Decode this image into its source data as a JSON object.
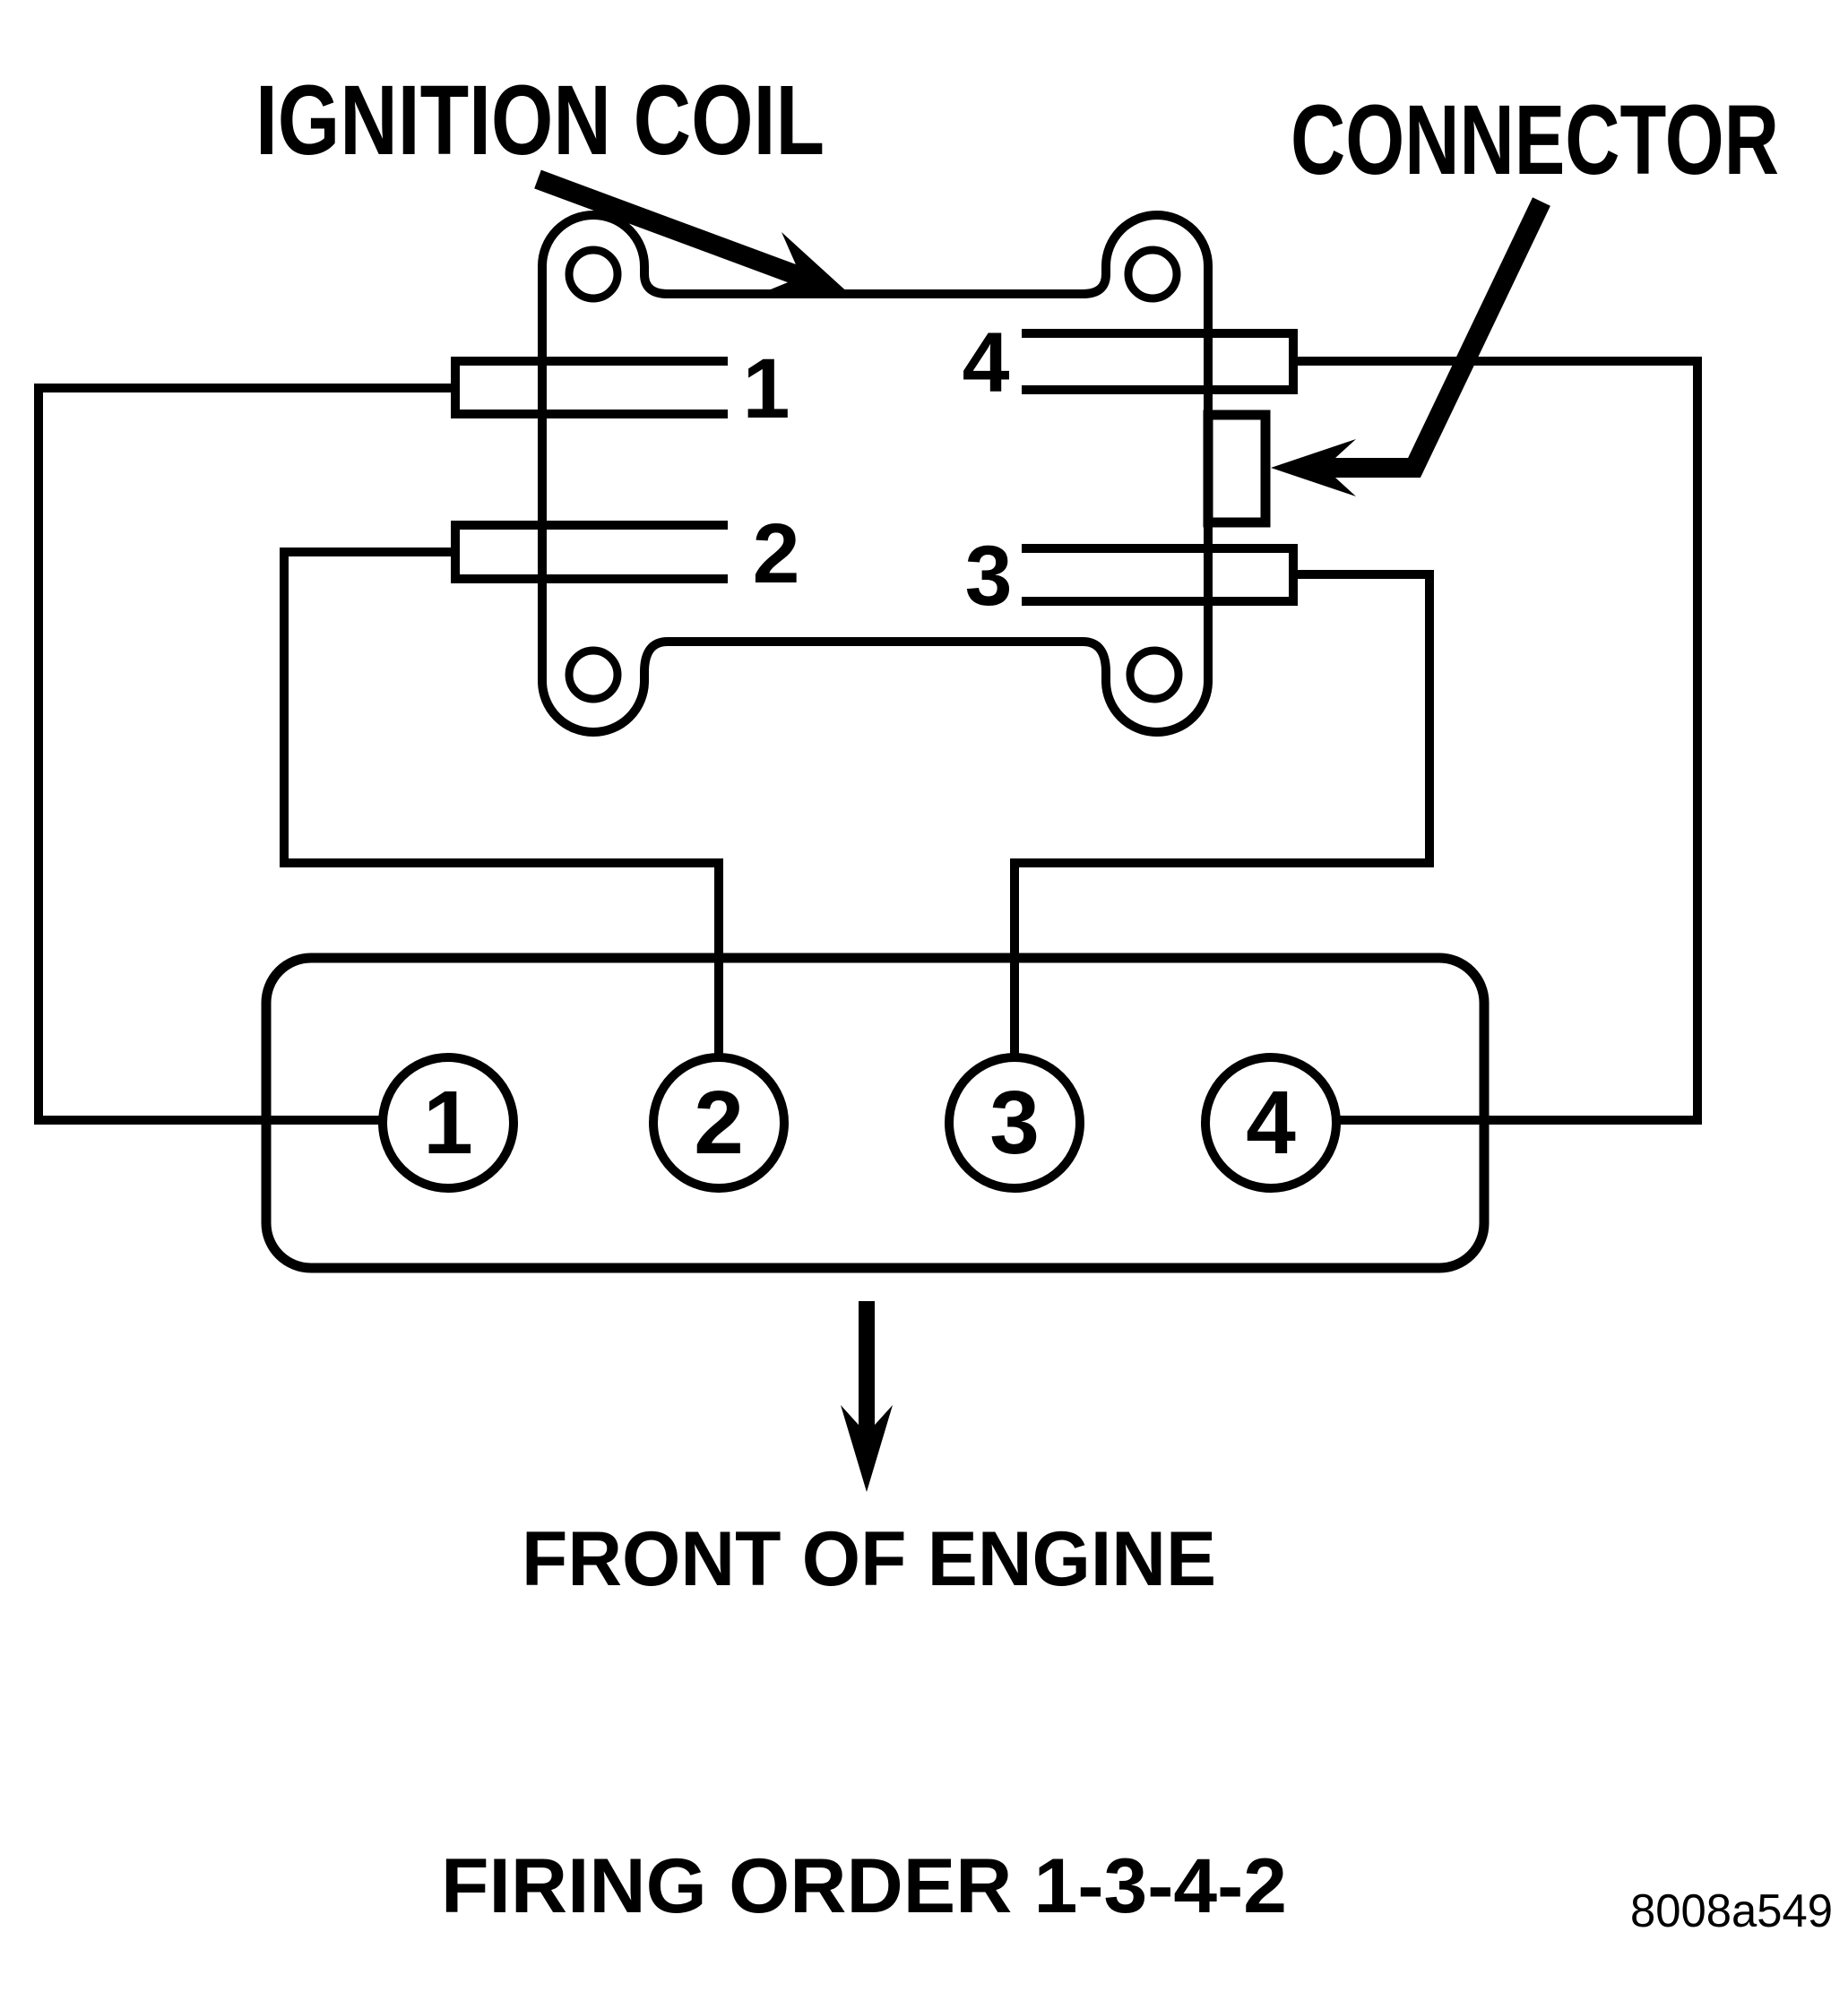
{
  "colors": {
    "ink": "#000000",
    "background": "#ffffff"
  },
  "coil": {
    "label": "IGNITION COIL",
    "terminals": [
      {
        "id": "terminal-1",
        "label": "1"
      },
      {
        "id": "terminal-2",
        "label": "2"
      },
      {
        "id": "terminal-4",
        "label": "4"
      },
      {
        "id": "terminal-3",
        "label": "3"
      }
    ]
  },
  "connector": {
    "label": "CONNECTOR"
  },
  "engine": {
    "cylinders": [
      {
        "label": "1"
      },
      {
        "label": "2"
      },
      {
        "label": "3"
      },
      {
        "label": "4"
      }
    ],
    "front_label": "FRONT OF ENGINE"
  },
  "footer": {
    "firing_order": "FIRING ORDER 1-3-4-2",
    "reference_code": "8008a549"
  },
  "icons": {
    "ignition_coil_arrow": "arrow-pointing-down-right",
    "connector_arrow": "arrow-pointing-left",
    "front_of_engine_arrow": "arrow-pointing-down"
  }
}
